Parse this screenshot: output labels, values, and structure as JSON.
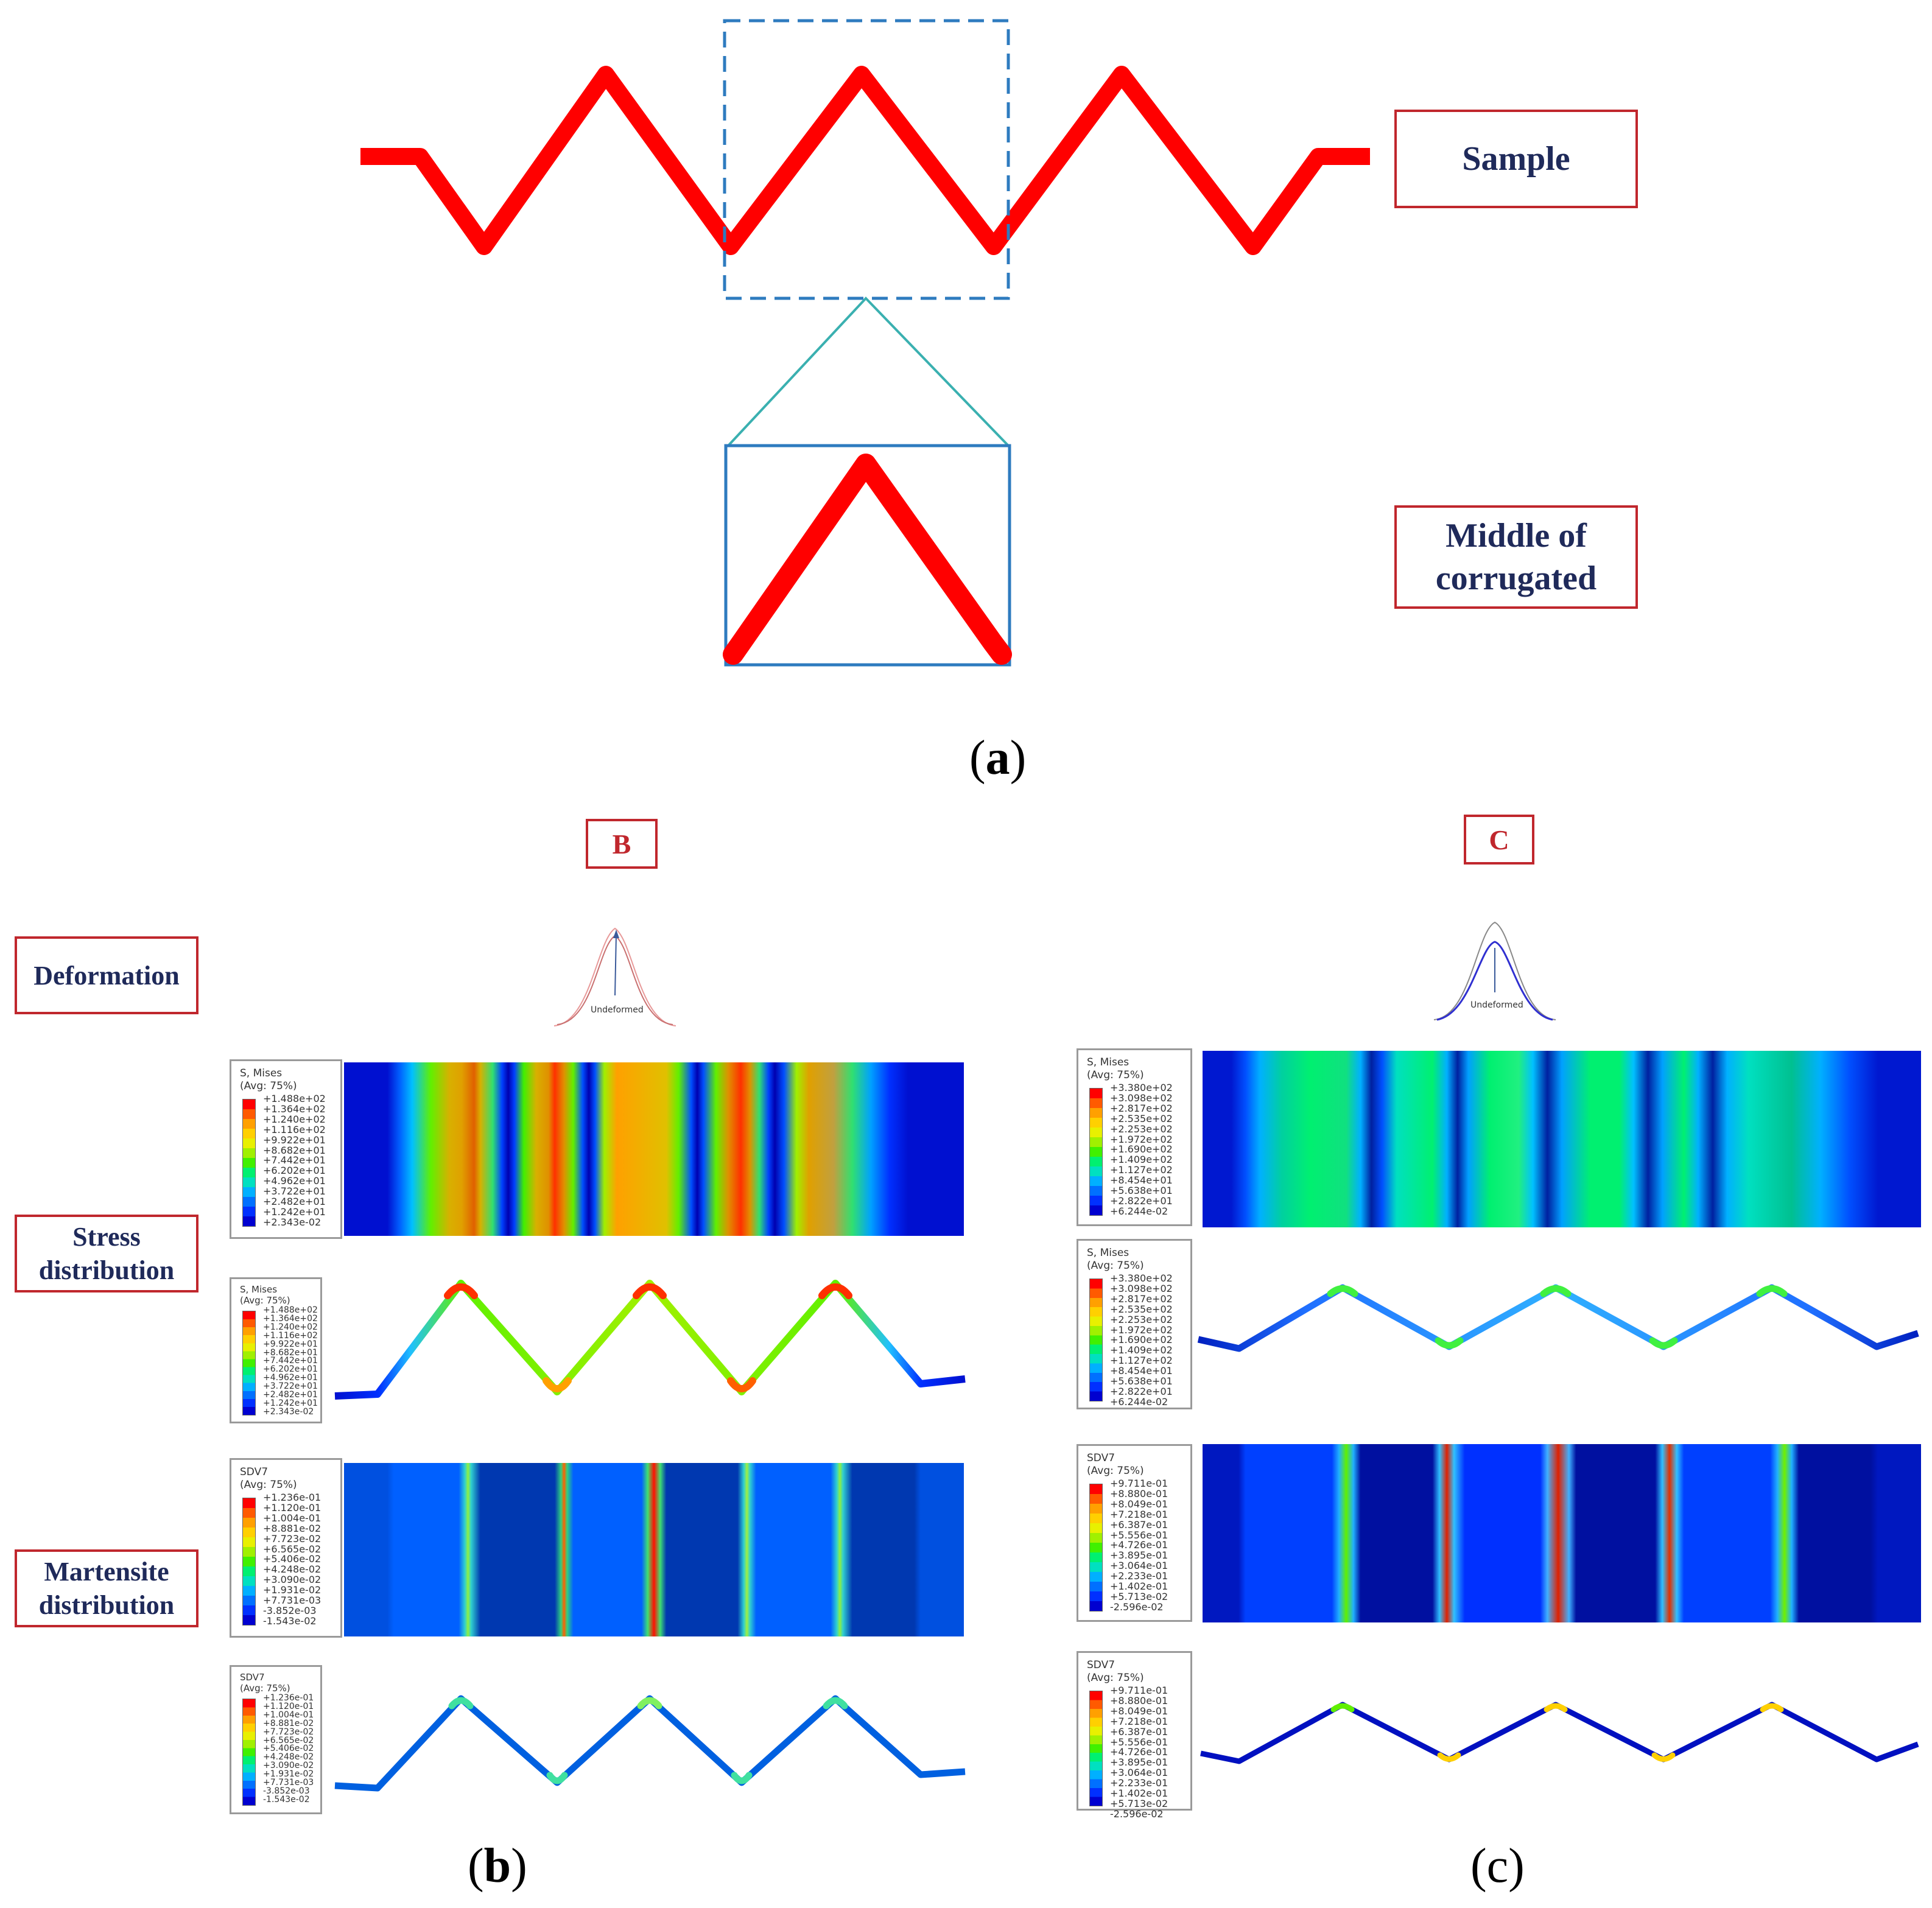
{
  "panel_a": {
    "sample_label": "Sample",
    "middle_label_line1": "Middle of",
    "middle_label_line2": "corrugated",
    "caption": "a",
    "colors": {
      "sample": "#ff0000",
      "dashed_box": "#2e7bbf",
      "zoom_lines": "#3ab0b0"
    }
  },
  "columns": {
    "b_header": "B",
    "c_header": "C"
  },
  "row_labels": {
    "deformation": "Deformation",
    "stress_line1": "Stress",
    "stress_line2": "distribution",
    "martensite_line1": "Martensite",
    "martensite_line2": "distribution"
  },
  "deformation": {
    "b_label": "Undeformed",
    "c_label": "Undeformed"
  },
  "legend_b_stress": {
    "title": "S, Mises",
    "avg": "(Avg: 75%)",
    "values": [
      "+1.488e+02",
      "+1.364e+02",
      "+1.240e+02",
      "+1.116e+02",
      "+9.922e+01",
      "+8.682e+01",
      "+7.442e+01",
      "+6.202e+01",
      "+4.962e+01",
      "+3.722e+01",
      "+2.482e+01",
      "+1.242e+01",
      "+2.343e-02"
    ]
  },
  "legend_b_martensite": {
    "title": "SDV7",
    "avg": "(Avg: 75%)",
    "values": [
      "+1.236e-01",
      "+1.120e-01",
      "+1.004e-01",
      "+8.881e-02",
      "+7.723e-02",
      "+6.565e-02",
      "+5.406e-02",
      "+4.248e-02",
      "+3.090e-02",
      "+1.931e-02",
      "+7.731e-03",
      "-3.852e-03",
      "-1.543e-02"
    ]
  },
  "legend_c_stress": {
    "title": "S, Mises",
    "avg": "(Avg: 75%)",
    "values": [
      "+3.380e+02",
      "+3.098e+02",
      "+2.817e+02",
      "+2.535e+02",
      "+2.253e+02",
      "+1.972e+02",
      "+1.690e+02",
      "+1.409e+02",
      "+1.127e+02",
      "+8.454e+01",
      "+5.638e+01",
      "+2.822e+01",
      "+6.244e-02"
    ]
  },
  "legend_c_martensite": {
    "title": "SDV7",
    "avg": "(Avg: 75%)",
    "values": [
      "+9.711e-01",
      "+8.880e-01",
      "+8.049e-01",
      "+7.218e-01",
      "+6.387e-01",
      "+5.556e-01",
      "+4.726e-01",
      "+3.895e-01",
      "+3.064e-01",
      "+2.233e-01",
      "+1.402e-01",
      "+5.713e-02",
      "-2.596e-02"
    ]
  },
  "colormap": [
    "#ff0000",
    "#ff5a00",
    "#ffa000",
    "#ffd000",
    "#e8f000",
    "#a0f000",
    "#40f000",
    "#00f070",
    "#00e0c0",
    "#00b0ff",
    "#0070ff",
    "#0030ff",
    "#0000d0"
  ],
  "captions": {
    "b": "b",
    "c": "c"
  }
}
